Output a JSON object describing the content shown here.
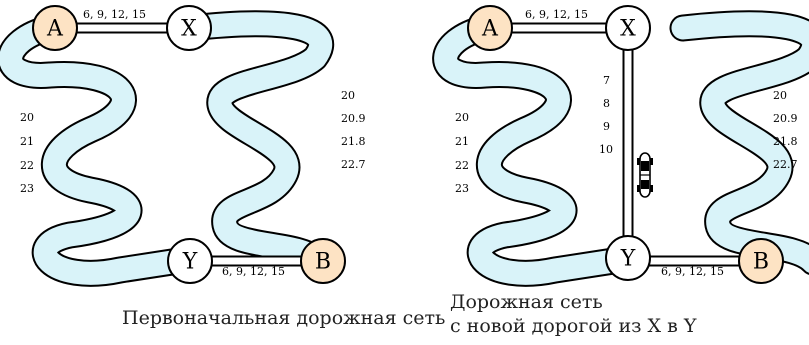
{
  "colors": {
    "road": "#d9f3f9",
    "endpoint": "#fde3c4",
    "junction": "#ffffff"
  },
  "nodes": {
    "a": "A",
    "x": "X",
    "y": "Y",
    "b": "B"
  },
  "left_panel": {
    "top_road_times": "6, 9, 12, 15",
    "bottom_road_times": "6, 9, 12, 15",
    "left_road_times": [
      "20",
      "21",
      "22",
      "23"
    ],
    "right_road_times": [
      "20",
      "20.9",
      "21.8",
      "22.7"
    ],
    "caption": "Первоначальная дорожная сеть"
  },
  "right_panel": {
    "top_road_times": "6, 9, 12, 15",
    "bottom_road_times": "6, 9, 12, 15",
    "left_road_times": [
      "20",
      "21",
      "22",
      "23"
    ],
    "right_road_times": [
      "20",
      "20.9",
      "21.8",
      "22.7"
    ],
    "new_road_times": [
      "7",
      "8",
      "9",
      "10"
    ],
    "caption_line1": "Дорожная сеть",
    "caption_line2": "с новой дорогой из X в Y"
  },
  "icons": {
    "car": "car-icon"
  }
}
